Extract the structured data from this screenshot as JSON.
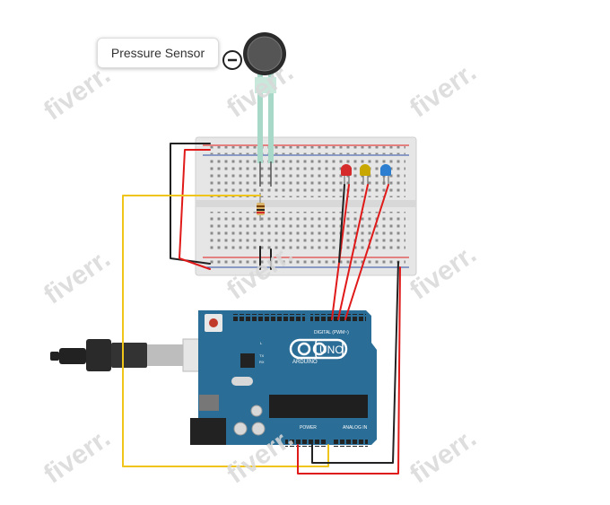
{
  "component_label": {
    "text": "Pressure Sensor"
  },
  "board": {
    "logo_text": "UNO",
    "brand_text": "ARDUINO",
    "digital_label": "DIGITAL (PWM~)",
    "power_label": "POWER",
    "analog_label": "ANALOG IN",
    "tx_label": "TX",
    "rx_label": "RX",
    "l_label": "L"
  },
  "watermark": {
    "text": "fiverr."
  },
  "colors": {
    "breadboard": "#e6e6e6",
    "arduino": "#2a6d96",
    "wire_red": "#e01919",
    "wire_black": "#222222",
    "wire_yellow": "#f0c419",
    "led_red": "#d62b2b",
    "led_yellow": "#c8a800",
    "led_blue": "#2c7fd0",
    "sensor_leads": "#a8d8c8"
  }
}
